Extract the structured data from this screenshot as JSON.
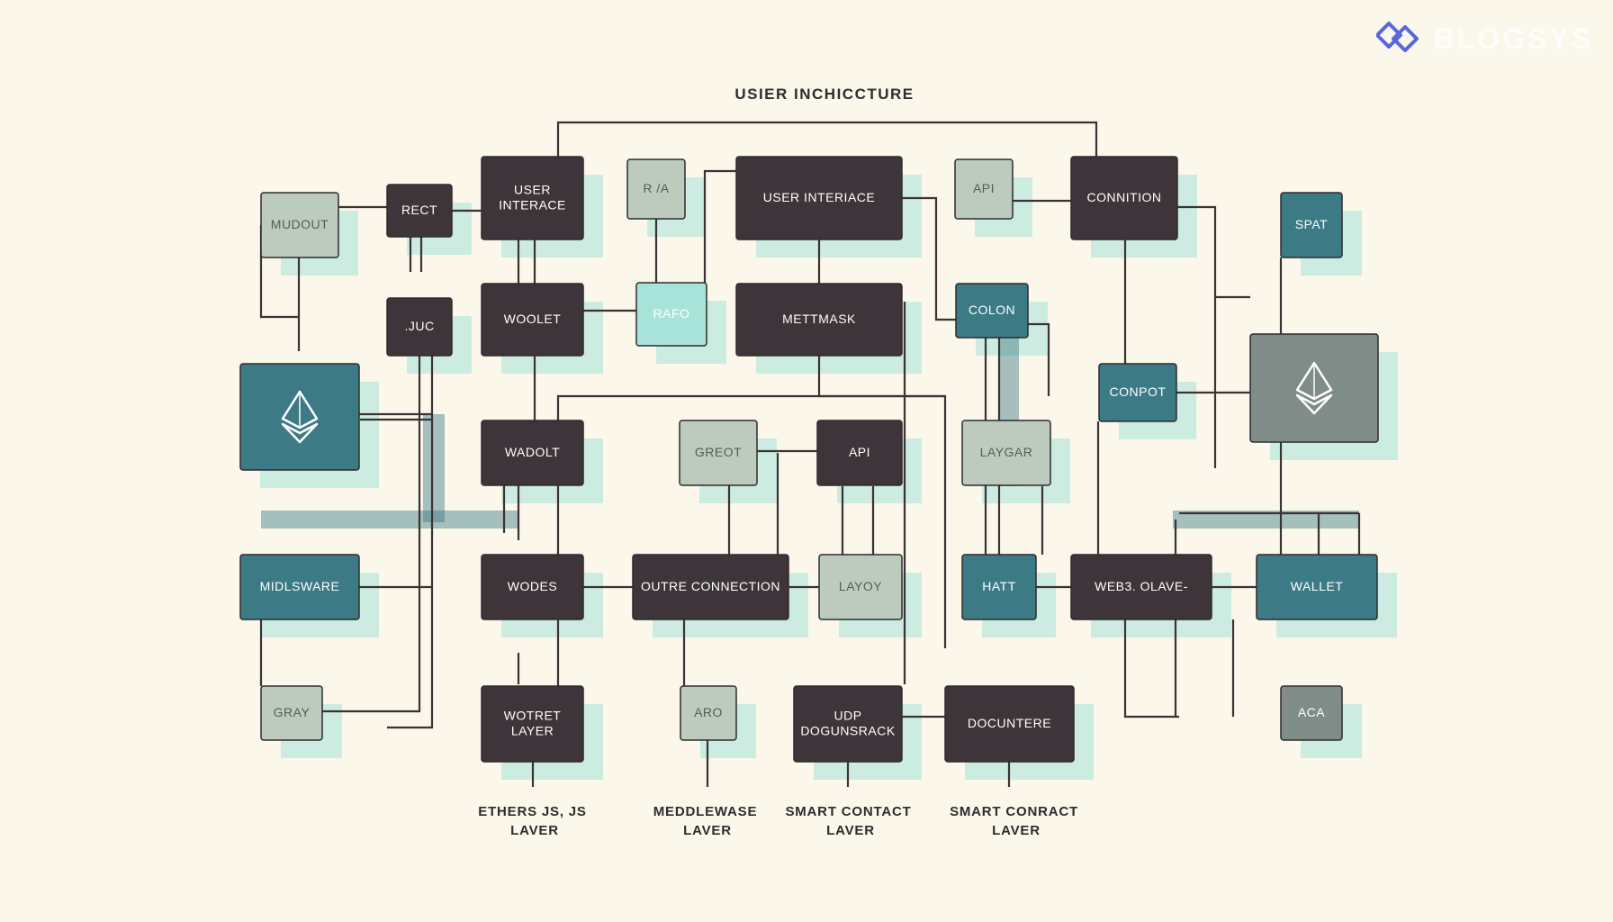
{
  "diagram": {
    "title": "USIER INCHICCTURE",
    "nodes": {
      "n_mudout": "MUDOUT",
      "n_rect": "RECT",
      "n_ui1": "USER\nINTERACE",
      "n_ra": "R /A",
      "n_ui2": "USER INTERIACE",
      "n_api1": "API",
      "n_conn": "CONNITION",
      "n_spat": "SPAT",
      "n_juc": ".JUC",
      "n_woolet": "WOOLET",
      "n_rafo": "RAFO",
      "n_metmask": "METTMASK",
      "n_colon": "COLON",
      "n_eth_l": "",
      "n_conpot": "CONPOT",
      "n_eth_r": "",
      "n_wadolt": "WADOLT",
      "n_greot": "GREOT",
      "n_api2": "API",
      "n_laygar": "LAYGAR",
      "n_midl": "MIDLSWARE",
      "n_wodes": "WODES",
      "n_outre": "OUTRE CONNECTION",
      "n_layoy": "LAYOY",
      "n_hatt": "HATT",
      "n_web3": "WEB3. OLAVE-",
      "n_wallet": "WALLET",
      "n_gray": "GRAY",
      "n_wotret": "WOTRET\nLAYER",
      "n_aro": "ARO",
      "n_udp": "UDP\nDOGUNSRACK",
      "n_docu": "DOCUNTERE",
      "n_aca": "ACA"
    },
    "layers": [
      "ETHERS JS, JS\nLAVER",
      "MEDDLEWASE\nLAVER",
      "SMART CONTACT\nLAVER",
      "SMART CONRACT\nLAVER"
    ]
  },
  "brand": {
    "name": "BLOGSYS"
  },
  "colors": {
    "background": "#fbf7ea",
    "dark": "#3d3539",
    "teal": "#3c7a86",
    "sage": "#bccbbd",
    "gray": "#7f8c87",
    "mint": "#a8e3d9",
    "accent": "#5865e0"
  }
}
